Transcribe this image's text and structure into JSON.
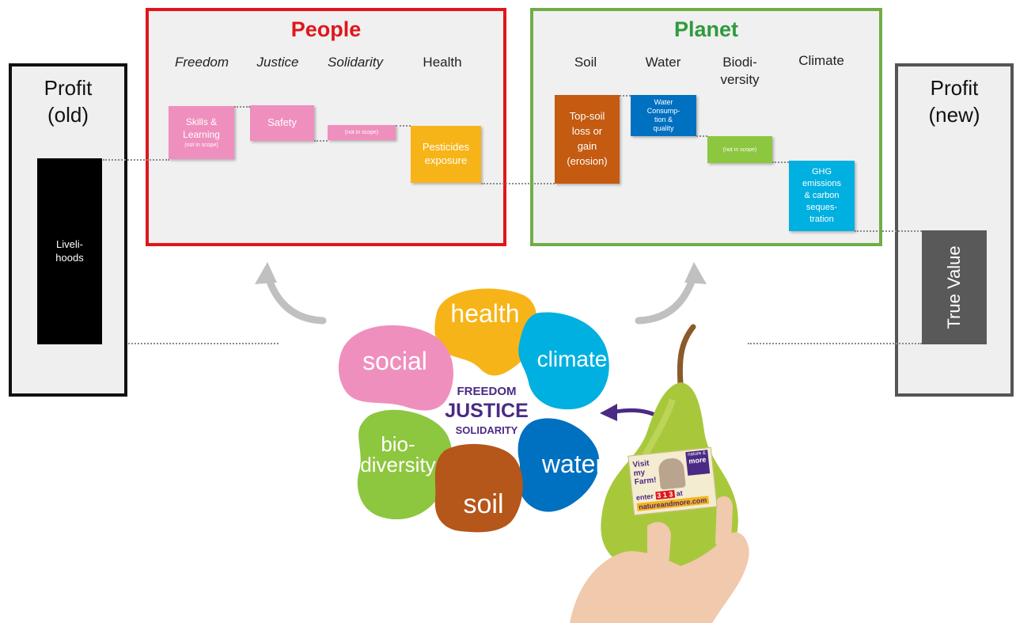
{
  "profit_old": {
    "title": "Profit\n(old)",
    "bar_label": "Liveli-\nhoods"
  },
  "profit_new": {
    "title": "Profit\n(new)",
    "bar_label": "True Value"
  },
  "people": {
    "title": "People",
    "categories": [
      "Freedom",
      "Justice",
      "Solidarity",
      "Health"
    ],
    "boxes": {
      "skills": {
        "label": "Skills &\nLearning",
        "note": "(not in scope)"
      },
      "safety": {
        "label": "Safety"
      },
      "solidarity": {
        "note": "(not in scope)"
      },
      "pesticides": {
        "label": "Pesticides\nexposure"
      }
    }
  },
  "planet": {
    "title": "Planet",
    "categories": [
      "Soil",
      "Water",
      "Biodi-\nversity",
      "Climate"
    ],
    "boxes": {
      "topsoil": {
        "label": "Top-soil\nloss or\ngain\n(erosion)"
      },
      "water": {
        "label": "Water\nConsump-\ntion &\nquality"
      },
      "biodiversity": {
        "note": "(not in scope)"
      },
      "ghg": {
        "label": "GHG\nemissions\n& carbon\nseques-\ntration"
      }
    }
  },
  "flower": {
    "petals": {
      "health": "health",
      "social": "social",
      "climate": "climate",
      "biodiversity": "bio-\ndiversity",
      "water": "water",
      "soil": "soil"
    },
    "center": {
      "freedom": "FREEDOM",
      "justice": "JUSTICE",
      "solidarity": "SOLIDARITY"
    }
  },
  "sticker": {
    "visit": "Visit\nmy\nFarm!",
    "enter": "enter",
    "code": "3 1 3",
    "at": "at",
    "url": "natureandmore.com",
    "logo_line1": "nature &",
    "logo_line2": "more"
  },
  "colors": {
    "people_red": "#e0161c",
    "planet_green": "#70ad47",
    "pink": "#ef8fbd",
    "orange": "#f7b418",
    "brown": "#c55a11",
    "blue": "#0070c0",
    "light_green": "#8dc63f",
    "cyan": "#00b0e0",
    "center_purple": "#4b2a85"
  }
}
